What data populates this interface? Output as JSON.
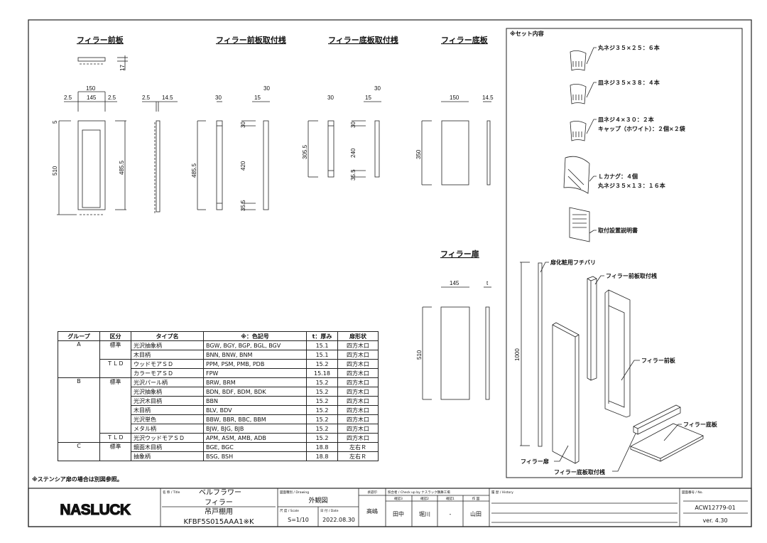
{
  "views": {
    "front_plate": {
      "title": "フィラー前板",
      "dims": [
        "17",
        "150",
        "2.5",
        "145",
        "2.5",
        "5",
        "510",
        "485.5",
        "2.5",
        "14.5"
      ]
    },
    "front_batten": {
      "title": "フィラー前板取付桟",
      "dims": [
        "30",
        "485.5",
        "30",
        "15",
        "30",
        "420",
        "35.5"
      ]
    },
    "bottom_batten": {
      "title": "フィラー底板取付桟",
      "dims": [
        "30",
        "305.5",
        "30",
        "15",
        "30",
        "240",
        "35.5"
      ]
    },
    "bottom_plate": {
      "title": "フィラー底板",
      "dims": [
        "150",
        "14.5",
        "350"
      ]
    },
    "door": {
      "title": "フィラー扉",
      "dims": [
        "145",
        "t",
        "510"
      ]
    }
  },
  "set_contents": {
    "title": "※セット内容",
    "items": [
      {
        "lines": [
          "丸ネジ３５×２５：６本"
        ]
      },
      {
        "lines": [
          "皿ネジ３５×３８：４本"
        ]
      },
      {
        "lines": [
          "皿ネジ４×３０：２本",
          "キャップ（ホワイト）：２個×２袋"
        ]
      },
      {
        "lines": [
          "Ｌカナグ：４個",
          "丸ネジ３５×１３：１６本"
        ]
      },
      {
        "lines": [
          "取付設置説明書"
        ]
      }
    ]
  },
  "assembly": {
    "height_dim": "1000",
    "labels": [
      "扉化粧用フチバリ",
      "フィラー前板取付桟",
      "フィラー前板",
      "フィラー底板",
      "フィラー扉",
      "フィラー底板取付桟"
    ]
  },
  "spec_table": {
    "headers": [
      "グループ",
      "区分",
      "タイプ名",
      "※：色記号",
      "t：厚み",
      "扉形状"
    ],
    "rows": [
      [
        "A",
        "標準",
        "光沢抽象柄",
        "BGW, BGY, BGP, BGL, BGV",
        "15.1",
        "四方木口"
      ],
      [
        "",
        "",
        "木目柄",
        "BNN, BNW, BNM",
        "15.1",
        "四方木口"
      ],
      [
        "",
        "ＴＬＤ",
        "ウッドモアＳＤ",
        "PPM, PSM, PMB, PDB",
        "15.2",
        "四方木口"
      ],
      [
        "",
        "",
        "カラーモアＳＤ",
        "FPW",
        "15.18",
        "四方木口"
      ],
      [
        "B",
        "標準",
        "光沢パール柄",
        "BRW, BRM",
        "15.2",
        "四方木口"
      ],
      [
        "",
        "",
        "光沢抽象柄",
        "BDN, BDF, BDM, BDK",
        "15.2",
        "四方木口"
      ],
      [
        "",
        "",
        "光沢木目柄",
        "BBN",
        "15.2",
        "四方木口"
      ],
      [
        "",
        "",
        "木目柄",
        "BLV, BDV",
        "15.2",
        "四方木口"
      ],
      [
        "",
        "",
        "光沢単色",
        "BBW, BBR, BBC, BBM",
        "15.2",
        "四方木口"
      ],
      [
        "",
        "",
        "メタル柄",
        "BJW, BJG, BJB",
        "15.2",
        "四方木口"
      ],
      [
        "",
        "ＴＬＤ",
        "光沢ウッドモアＳＤ",
        "APM, ASM, AMB, ADB",
        "15.2",
        "四方木口"
      ],
      [
        "C",
        "標準",
        "鏡面木目柄",
        "BGE, BGC",
        "18.8",
        "左右Ｒ"
      ],
      [
        "",
        "",
        "抽象柄",
        "BSG, BSH",
        "18.8",
        "左右Ｒ"
      ]
    ],
    "footnote": "※ステンシア扉の場合は別図参照。"
  },
  "title_block": {
    "logo": "NASLUCK",
    "title_label": "名 称 / Title",
    "product": "ベルフラワー",
    "part": "フィラー",
    "usage": "吊戸棚用",
    "code": "KFBF5S015AAA1※K",
    "drawing_label": "図面種別 / Drawing",
    "drawing": "外観図",
    "scale_label": "尺 度 / Scale",
    "scale": "S=1/10",
    "date_label": "日 付 / Date",
    "date": "2022.08.30",
    "approve_label": "承認印",
    "approver": "高嶋",
    "check_label": "照合者 / Check up by ナスラック鶴舞工場",
    "check_cols": [
      "確認3",
      "確認2",
      "確認1",
      "作 図"
    ],
    "checkers": [
      "田中",
      "堀川",
      "-",
      "山田"
    ],
    "history_label": "履 歴 / History",
    "no_label": "図面番号 / No.",
    "number": "ACW12779-01",
    "version": "ver. 4.30"
  }
}
